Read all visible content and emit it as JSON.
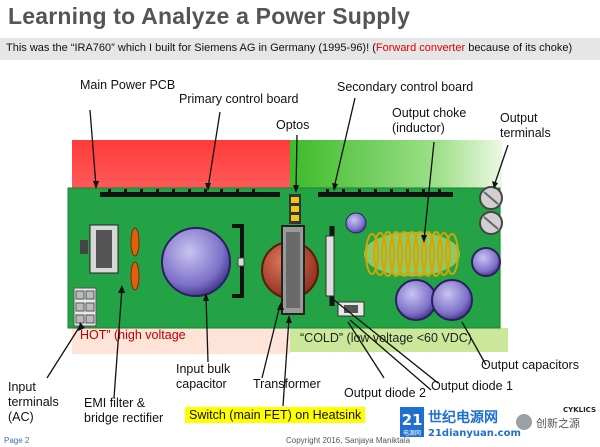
{
  "title": "Learning to Analyze a Power Supply",
  "subtitle": {
    "prefix": "This was the “IRA760” which I built for Siemens AG in Germany (1995-96)! (",
    "red": "Forward converter",
    "suffix": " because of its choke)"
  },
  "labels": {
    "main_pcb": "Main Power PCB",
    "primary_board": "Primary control board",
    "optos": "Optos",
    "secondary_board": "Secondary control board",
    "output_choke_l1": "Output choke",
    "output_choke_l2": "(inductor)",
    "output_terminals_l1": "Output",
    "output_terminals_l2": "terminals",
    "hot": "HOT” (high voltage",
    "cold": "“COLD” (low voltage <60 VDC)",
    "output_capacitors": "Output capacitors",
    "input_terminals_l1": "Input",
    "input_terminals_l2": "terminals",
    "input_terminals_l3": "(AC)",
    "emi_l1": "EMI filter &",
    "emi_l2": "bridge rectifier",
    "input_bulk_l1": "Input bulk",
    "input_bulk_l2": "capacitor",
    "transformer": "Transformer",
    "output_diode_2": "Output diode 2",
    "output_diode_1": "Output diode 1",
    "switch": "Switch (main FET) on Heatsink",
    "cyklics": "CYKLICS"
  },
  "footer": {
    "page": "Page 2",
    "copyright": "Copyright 2016, Sanjaya Maniktala"
  },
  "watermark": {
    "logo_number": "21",
    "logo_sub": "电源网",
    "brand": "世纪电源网",
    "site": "21dianyuan.com",
    "channel": "创新之源"
  },
  "colors": {
    "hot": "#e00000",
    "cold": "#2db82d",
    "pcb": "#27a84a",
    "highlight": "#ffff00",
    "brand_blue": "#1f6fd0"
  }
}
